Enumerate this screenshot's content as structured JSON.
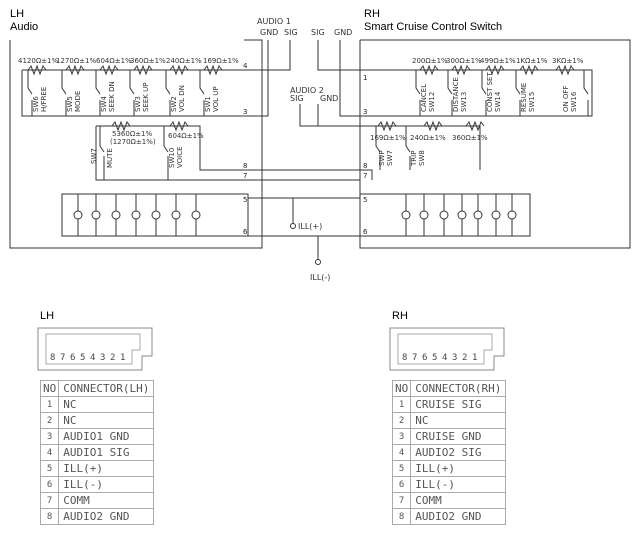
{
  "lh": {
    "side": "LH",
    "name": "Audio"
  },
  "rh": {
    "side": "RH",
    "name": "Smart Cruise Control Switch"
  },
  "audio1": {
    "label": "AUDIO 1",
    "gnd": "GND",
    "sig": "SIG"
  },
  "audio2": {
    "label": "AUDIO 2",
    "sig": "SIG",
    "gnd": "GND"
  },
  "rh_top": {
    "sig": "SIG",
    "gnd": "GND"
  },
  "ill_plus": "ILL(+)",
  "ill_minus": "ILL(-)",
  "lh_resistors": [
    "4120Ω±1%",
    "1270Ω±1%",
    "604Ω±1%",
    "360Ω±1%",
    "240Ω±1%",
    "169Ω±1%"
  ],
  "lh_switches": [
    {
      "id": "SW6",
      "fn": "H/FREE"
    },
    {
      "id": "SW5",
      "fn": "MODE"
    },
    {
      "id": "SW4",
      "fn": "SEEK DN"
    },
    {
      "id": "SW3",
      "fn": "SEEK UP"
    },
    {
      "id": "SW2",
      "fn": "VOL DN"
    },
    {
      "id": "SW1",
      "fn": "VOL UP"
    }
  ],
  "lh_lower_resistors": [
    "5360Ω±1%",
    "(1270Ω±1%)",
    "604Ω±1%"
  ],
  "lh_lower_switches": [
    {
      "id": "SW7",
      "fn": "MUTE"
    },
    {
      "id": "SW10",
      "fn": "VOICE"
    }
  ],
  "rh_resistors": [
    "200Ω±1%",
    "300Ω±1%",
    "499Ω±1%",
    "1KΩ±1%",
    "3KΩ±1%"
  ],
  "rh_switches": [
    {
      "id": "SW12",
      "fn": "CANCEL"
    },
    {
      "id": "SW13",
      "fn": "DISTANCE"
    },
    {
      "id": "SW14",
      "fn": "CONST SET"
    },
    {
      "id": "SW15",
      "fn": "RESUME"
    },
    {
      "id": "SW16",
      "fn": "ON OFF"
    }
  ],
  "rh_lower_resistors": [
    "169Ω±1%",
    "240Ω±1%",
    "360Ω±1%"
  ],
  "rh_lower_switches": [
    {
      "id": "SW7",
      "fn": "SWP"
    },
    {
      "id": "SW8",
      "fn": "TRIP"
    }
  ],
  "lh_pin_marks": [
    "4",
    "3",
    "8",
    "7",
    "5",
    "6"
  ],
  "rh_pin_marks": [
    "1",
    "3",
    "8",
    "7",
    "5",
    "6"
  ],
  "connector_lh": {
    "title": "LH",
    "pins": [
      "8",
      "7",
      "6",
      "5",
      "4",
      "3",
      "2",
      "1"
    ],
    "table_header": "CONNECTOR(LH)",
    "rows": [
      {
        "no": "1",
        "name": "NC"
      },
      {
        "no": "2",
        "name": "NC"
      },
      {
        "no": "3",
        "name": "AUDIO1 GND"
      },
      {
        "no": "4",
        "name": "AUDIO1 SIG"
      },
      {
        "no": "5",
        "name": "ILL(+)"
      },
      {
        "no": "6",
        "name": "ILL(-)"
      },
      {
        "no": "7",
        "name": "COMM"
      },
      {
        "no": "8",
        "name": "AUDIO2 GND"
      }
    ]
  },
  "connector_rh": {
    "title": "RH",
    "pins": [
      "8",
      "7",
      "6",
      "5",
      "4",
      "3",
      "2",
      "1"
    ],
    "table_header": "CONNECTOR(RH)",
    "rows": [
      {
        "no": "1",
        "name": "CRUISE SIG"
      },
      {
        "no": "2",
        "name": "NC"
      },
      {
        "no": "3",
        "name": "CRUISE GND"
      },
      {
        "no": "4",
        "name": "AUDIO2 SIG"
      },
      {
        "no": "5",
        "name": "ILL(+)"
      },
      {
        "no": "6",
        "name": "ILL(-)"
      },
      {
        "no": "7",
        "name": "COMM"
      },
      {
        "no": "8",
        "name": "AUDIO2 GND"
      }
    ]
  },
  "no_header": "NO"
}
